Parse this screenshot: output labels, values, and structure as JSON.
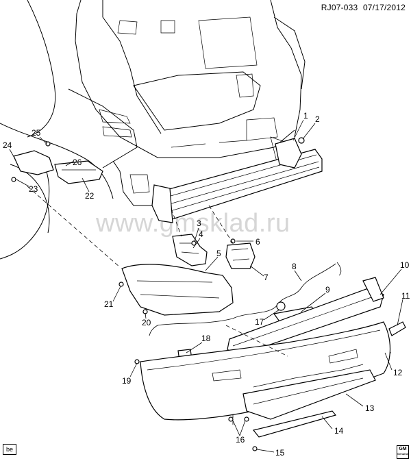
{
  "header": {
    "diagram_id": "RJ07-033",
    "date": "07/17/2012"
  },
  "watermark": "www.gmsklad.ru",
  "badges": {
    "left": "be",
    "brand": "GM",
    "brand_sub": "Genuine"
  },
  "callouts": [
    {
      "id": "c1",
      "label": "1"
    },
    {
      "id": "c2",
      "label": "2"
    },
    {
      "id": "c3",
      "label": "3"
    },
    {
      "id": "c4",
      "label": "4"
    },
    {
      "id": "c5",
      "label": "5"
    },
    {
      "id": "c6",
      "label": "6"
    },
    {
      "id": "c7",
      "label": "7"
    },
    {
      "id": "c8",
      "label": "8"
    },
    {
      "id": "c9",
      "label": "9"
    },
    {
      "id": "c10",
      "label": "10"
    },
    {
      "id": "c11",
      "label": "11"
    },
    {
      "id": "c12",
      "label": "12"
    },
    {
      "id": "c13",
      "label": "13"
    },
    {
      "id": "c14",
      "label": "14"
    },
    {
      "id": "c15",
      "label": "15"
    },
    {
      "id": "c16",
      "label": "16"
    },
    {
      "id": "c17",
      "label": "17"
    },
    {
      "id": "c18",
      "label": "18"
    },
    {
      "id": "c19",
      "label": "19"
    },
    {
      "id": "c20",
      "label": "20"
    },
    {
      "id": "c21",
      "label": "21"
    },
    {
      "id": "c22",
      "label": "22"
    },
    {
      "id": "c23",
      "label": "23"
    },
    {
      "id": "c24",
      "label": "24"
    },
    {
      "id": "c25",
      "label": "25"
    },
    {
      "id": "c26",
      "label": "26"
    }
  ]
}
